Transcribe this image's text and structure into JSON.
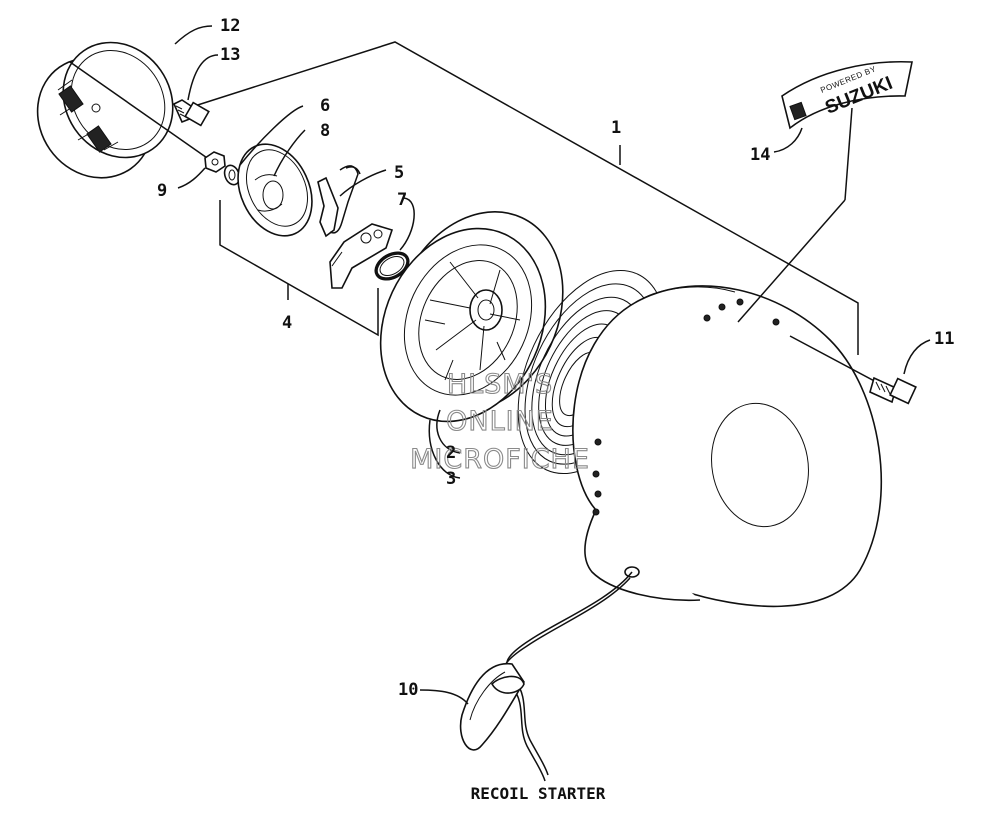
{
  "caption": "RECOIL STARTER",
  "watermark": [
    "HLSM'S",
    "ONLINE",
    "MICROFICHE"
  ],
  "decal": {
    "small_text": "POWERED BY",
    "brand_text": "SUZUKI"
  },
  "callouts": [
    {
      "id": "c1",
      "label": "1"
    },
    {
      "id": "c2",
      "label": "2"
    },
    {
      "id": "c3",
      "label": "3"
    },
    {
      "id": "c4",
      "label": "4"
    },
    {
      "id": "c5",
      "label": "5"
    },
    {
      "id": "c6",
      "label": "6"
    },
    {
      "id": "c7",
      "label": "7"
    },
    {
      "id": "c8",
      "label": "8"
    },
    {
      "id": "c9",
      "label": "9"
    },
    {
      "id": "c10",
      "label": "10"
    },
    {
      "id": "c11",
      "label": "11"
    },
    {
      "id": "c12",
      "label": "12"
    },
    {
      "id": "c13",
      "label": "13"
    },
    {
      "id": "c14",
      "label": "14"
    }
  ]
}
